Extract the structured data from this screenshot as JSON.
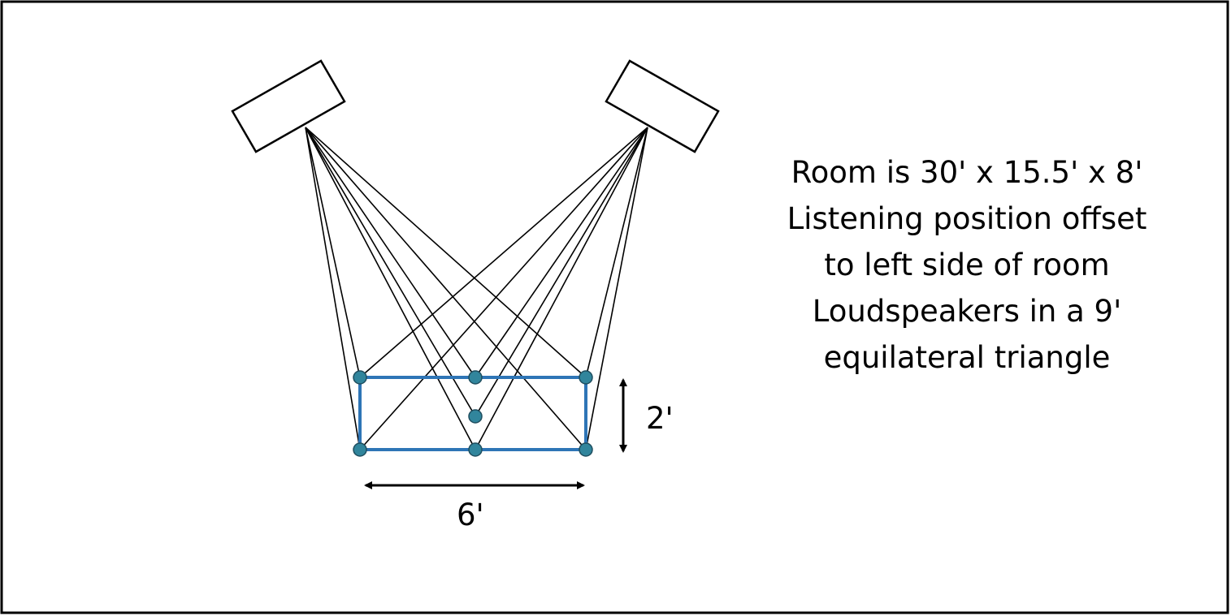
{
  "diagram": {
    "notes": [
      "Room is 30' x 15.5' x 8'",
      "Listening position offset",
      "to left side of room",
      "Loudspeakers in a 9'",
      "equilateral triangle"
    ],
    "width_label": "6'",
    "depth_label": "2'",
    "speakers": [
      "left-speaker",
      "right-speaker"
    ],
    "measurement_points": 7,
    "colors": {
      "grid_stroke": "#2e75b6",
      "point_fill": "#31859c",
      "line": "#000000",
      "border": "#000000",
      "background": "#ffffff"
    }
  }
}
